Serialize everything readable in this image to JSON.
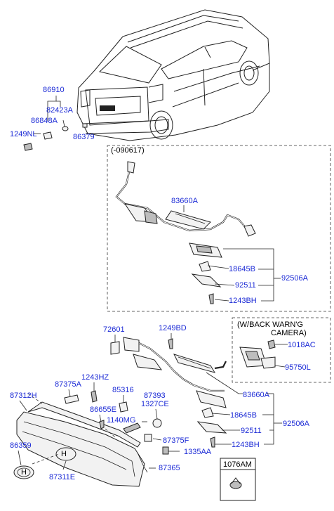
{
  "variant_note": "(-090617)",
  "camera_box_title_1": "(W/BACK WARN'G",
  "camera_box_title_2": "CAMERA)",
  "part_box_code": "1076AM",
  "colors": {
    "label_blue": "#1c2bd6",
    "line": "#222222",
    "dashed_frame": "#333333"
  },
  "labels": {
    "p86910": "86910",
    "p82423A": "82423A",
    "p86848A": "86848A",
    "p1249NL": "1249NL",
    "p86379": "86379",
    "p83660A_top": "83660A",
    "p18645B_top": "18645B",
    "p92511_top": "92511",
    "p1243BH_top": "1243BH",
    "p92506A_top": "92506A",
    "p72601": "72601",
    "p1249BD": "1249BD",
    "p1018AC": "1018AC",
    "p95750L": "95750L",
    "p87312H": "87312H",
    "p87375A": "87375A",
    "p1243HZ": "1243HZ",
    "p85316": "85316",
    "p87393": "87393",
    "p1327CE": "1327CE",
    "p86655E": "86655E",
    "p1140MG": "1140MG",
    "p87375F": "87375F",
    "p83660A_bot": "83660A",
    "p18645B_bot": "18645B",
    "p92511_bot": "92511",
    "p1243BH_bot": "1243BH",
    "p92506A_bot": "92506A",
    "p86359": "86359",
    "p87311E": "87311E",
    "p1335AA": "1335AA",
    "p87365": "87365"
  }
}
